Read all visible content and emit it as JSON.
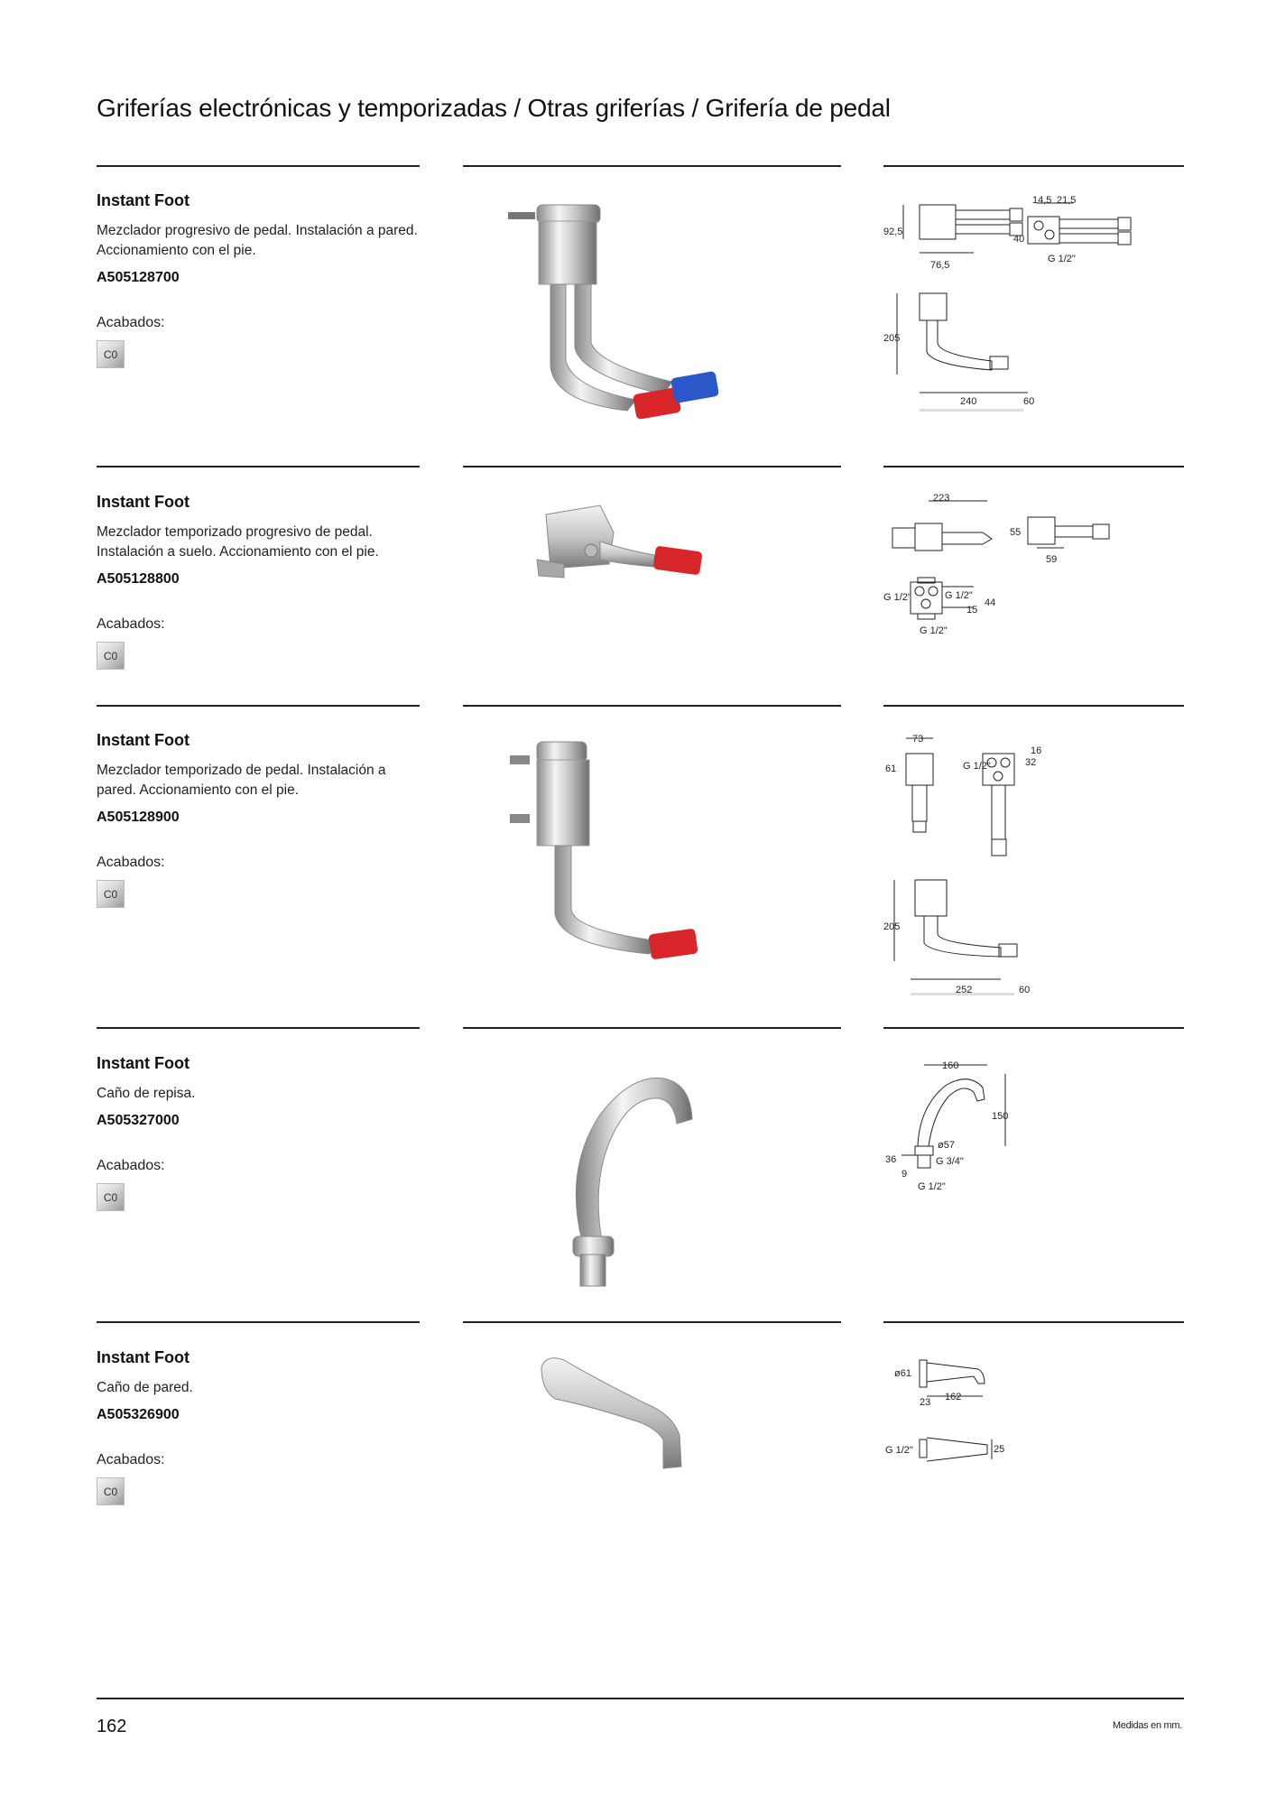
{
  "page": {
    "title": "Griferías electrónicas y temporizadas / Otras griferías / Grifería de pedal",
    "page_number": "162",
    "units_note": "Medidas en mm."
  },
  "finish_label": "Acabados:",
  "products": [
    {
      "name": "Instant Foot",
      "description": "Mezclador progresivo de pedal. Instalación a pared. Accionamiento con el pie.",
      "code": "A505128700",
      "finish": "C0",
      "dims": [
        "14,5",
        "21,5",
        "92,5",
        "40",
        "76,5",
        "G 1/2\"",
        "205",
        "240",
        "60"
      ]
    },
    {
      "name": "Instant Foot",
      "description": "Mezclador temporizado progresivo de pedal. Instalación a suelo. Accionamiento con el pie.",
      "code": "A505128800",
      "finish": "C0",
      "dims": [
        "223",
        "55",
        "59",
        "G 1/2\"",
        "G 1/2\"",
        "15",
        "44",
        "G 1/2\""
      ]
    },
    {
      "name": "Instant Foot",
      "description": "Mezclador temporizado de pedal. Instalación a pared. Accionamiento con el pie.",
      "code": "A505128900",
      "finish": "C0",
      "dims": [
        "73",
        "61",
        "16",
        "G 1/2\"",
        "32",
        "205",
        "252",
        "60"
      ]
    },
    {
      "name": "Instant Foot",
      "description": "Caño de repisa.",
      "code": "A505327000",
      "finish": "C0",
      "dims": [
        "160",
        "150",
        "ø57",
        "36",
        "G 3/4\"",
        "9",
        "G 1/2\""
      ]
    },
    {
      "name": "Instant Foot",
      "description": "Caño de pared.",
      "code": "A505326900",
      "finish": "C0",
      "dims": [
        "ø61",
        "23",
        "162",
        "G 1/2\"",
        "25"
      ]
    }
  ]
}
